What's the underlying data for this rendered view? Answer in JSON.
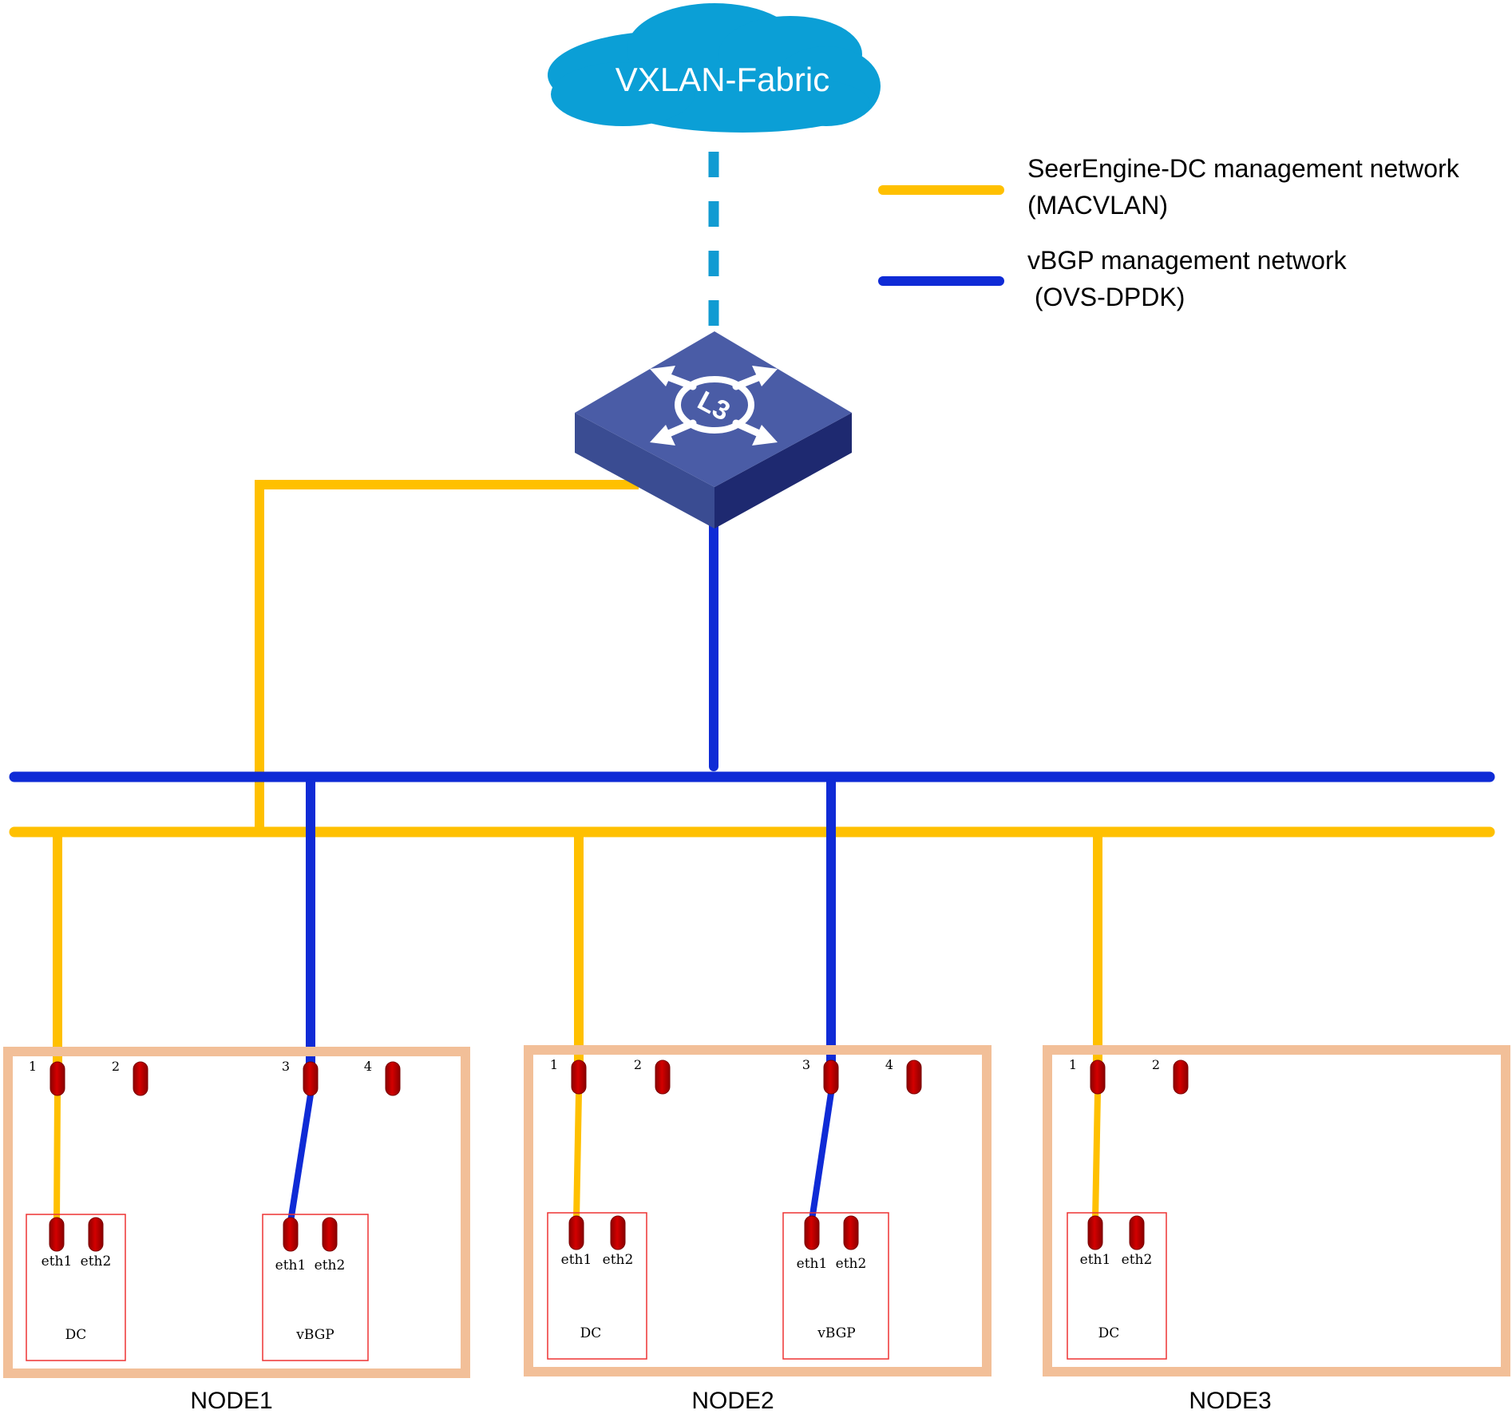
{
  "cloud": {
    "label": "VXLAN-Fabric"
  },
  "switch": {
    "icon": "l3-switch-icon",
    "badge": "L3"
  },
  "legend": {
    "items": [
      {
        "line1": "SeerEngine-DC management network",
        "line2": "(MACVLAN)",
        "color": "#ffc000"
      },
      {
        "line1": "vBGP management network",
        "line2": " (OVS-DPDK)",
        "color": "#0f2bd6"
      }
    ]
  },
  "colors": {
    "macvlan": "#ffc000",
    "ovs": "#0f2bd6",
    "fabric_link": "#119bd2",
    "cloud": "#0b9fd6",
    "node_border": "#f2bf98",
    "port": "#c00000",
    "container_border": "#ee3333"
  },
  "nodes": [
    {
      "name": "NODE1",
      "ports": [
        "1",
        "2",
        "3",
        "4"
      ],
      "containers": [
        {
          "label": "DC",
          "ifaces": [
            "eth1",
            "eth2"
          ]
        },
        {
          "label": "vBGP",
          "ifaces": [
            "eth1",
            "eth2"
          ]
        }
      ]
    },
    {
      "name": "NODE2",
      "ports": [
        "1",
        "2",
        "3",
        "4"
      ],
      "containers": [
        {
          "label": "DC",
          "ifaces": [
            "eth1",
            "eth2"
          ]
        },
        {
          "label": "vBGP",
          "ifaces": [
            "eth1",
            "eth2"
          ]
        }
      ]
    },
    {
      "name": "NODE3",
      "ports": [
        "1",
        "2"
      ],
      "containers": [
        {
          "label": "DC",
          "ifaces": [
            "eth1",
            "eth2"
          ]
        }
      ]
    }
  ]
}
